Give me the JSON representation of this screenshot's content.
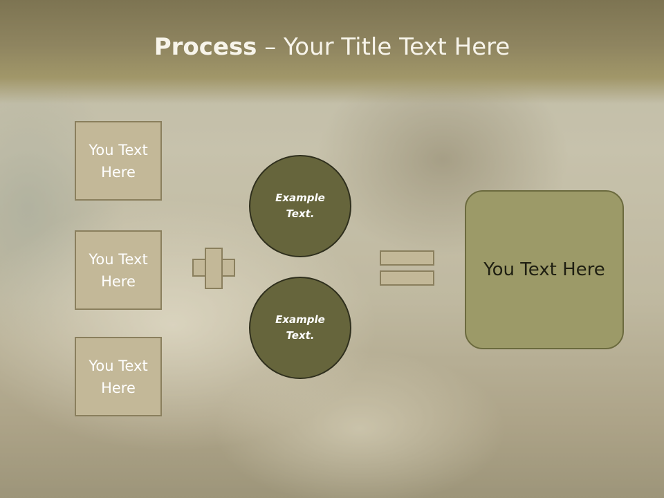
{
  "slide": {
    "title_bold": "Process",
    "title_rest": " – Your Title Text Here",
    "left_boxes": [
      {
        "label": "You Text Here"
      },
      {
        "label": "You Text Here"
      },
      {
        "label": "You Text Here"
      }
    ],
    "circles": [
      {
        "label": "Example Text."
      },
      {
        "label": "Example Text."
      }
    ],
    "result_label": "You Text Here",
    "colors": {
      "title_band": "#8f8560",
      "box_fill": "#c3b898",
      "circle_fill": "#66653c",
      "result_fill": "#9c9a68"
    },
    "icons": {
      "operator_1": "plus-icon",
      "operator_2": "equals-icon"
    }
  }
}
